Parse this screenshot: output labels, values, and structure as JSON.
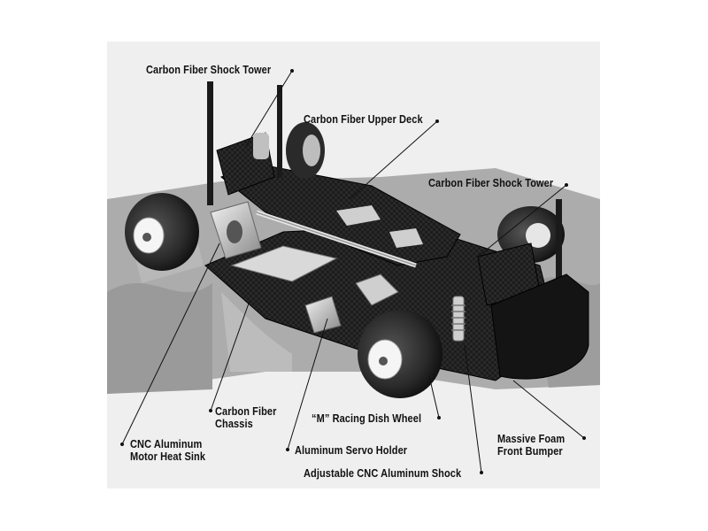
{
  "diagram": {
    "labels": {
      "rear_shock_tower": "Carbon Fiber Shock Tower",
      "upper_deck": "Carbon Fiber Upper Deck",
      "front_shock_tower": "Carbon Fiber Shock Tower",
      "chassis_line1": "Carbon Fiber",
      "chassis_line2": "Chassis",
      "wheel": "“M” Racing Dish Wheel",
      "heat_sink_line1": "CNC Aluminum",
      "heat_sink_line2": "Motor Heat Sink",
      "servo_holder": "Aluminum Servo Holder",
      "shock": "Adjustable CNC Aluminum Shock",
      "bumper_line1": "Massive Foam",
      "bumper_line2": "Front Bumper"
    },
    "colors": {
      "panel_background": "#efefef",
      "backdrop_gray": "#a9a9a9",
      "chassis_carbon": "#1e1e1e",
      "tire": "#222222",
      "aluminum": "#c8c8c8",
      "leader_line": "#111111"
    }
  }
}
